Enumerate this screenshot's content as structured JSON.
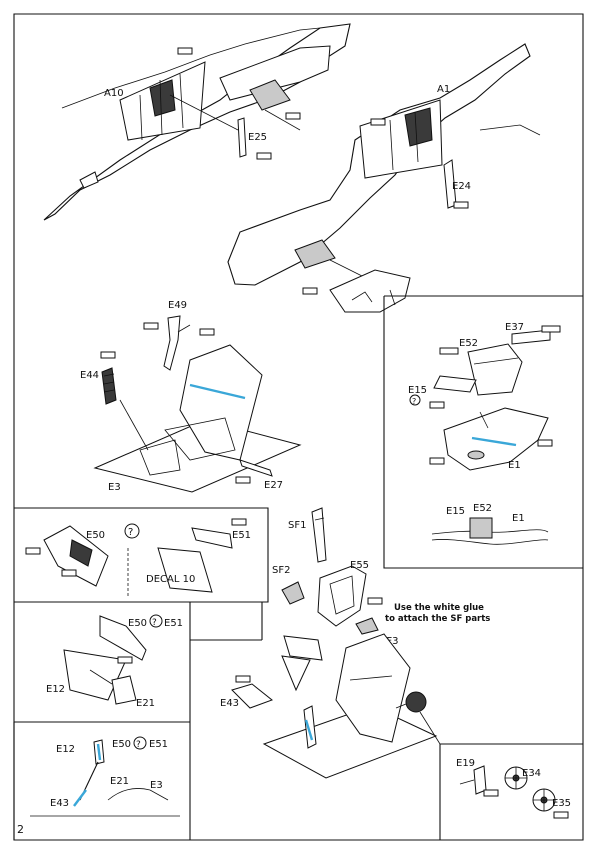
{
  "page_number": "2",
  "labels": {
    "a10": "A10",
    "e25": "E25",
    "a1": "A1",
    "e24": "E24",
    "e49": "E49",
    "e44": "E44",
    "e3_top": "E3",
    "e27": "E27",
    "e37": "E37",
    "e52": "E52",
    "e15": "E15",
    "e1": "E1",
    "e15_b": "E15",
    "e52_b": "E52",
    "e1_b": "E1",
    "e50": "E50",
    "e51": "E51",
    "decal": "DECAL 10",
    "sf1": "SF1",
    "sf2": "SF2",
    "e55": "E55",
    "sf3": "SF3",
    "e50_e51": "E50",
    "e51_b": "E51",
    "e12": "E12",
    "e21": "E21",
    "e43": "E43",
    "e12_b": "E12",
    "e50_b": "E50",
    "e51_c": "E51",
    "e21_b": "E21",
    "e3_b": "E3",
    "e43_b": "E43",
    "e19": "E19",
    "e34": "E34",
    "e35": "E35",
    "question": "?"
  },
  "note": {
    "line1": "Use the white glue",
    "line2": "to attach the SF parts"
  },
  "colors": {
    "highlight": "#3aa7d8",
    "grey_fill": "#c9c9c9",
    "dark_fill": "#3a3a3a",
    "line": "#111111"
  }
}
